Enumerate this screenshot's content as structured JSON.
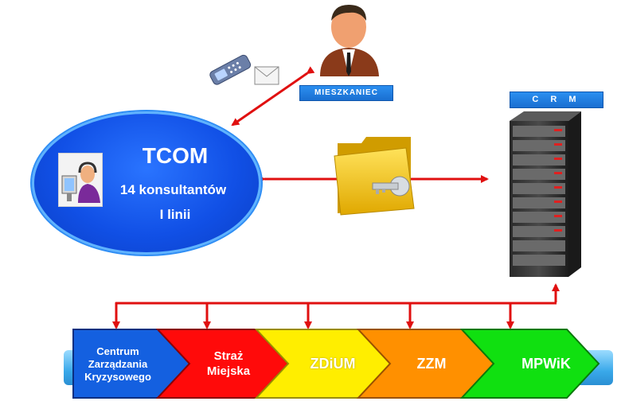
{
  "nodes": {
    "resident_label": "MIESZKANIEC",
    "crm_label": "C R M",
    "tcom_title": "TCOM",
    "tcom_line1": "14 konsultantów",
    "tcom_line2": "I linii"
  },
  "departments": [
    {
      "label": "Centrum Zarządzania Kryzysowego",
      "color": "#1460e0"
    },
    {
      "label": "Straż Miejska",
      "color": "#ff0a0a"
    },
    {
      "label": "ZDiUM",
      "color": "#ffee00"
    },
    {
      "label": "ZZM",
      "color": "#ff9000"
    },
    {
      "label": "MPWiK",
      "color": "#10e010"
    }
  ],
  "colors": {
    "arrow": "#e01010",
    "ellipse": "#1150e6",
    "label_blue": "#1a6fd1",
    "band": "#3aa9ea"
  },
  "icons": [
    "phone-icon",
    "envelope-icon",
    "person-icon",
    "consultant-icon",
    "folder-key-icon",
    "server-icon"
  ]
}
